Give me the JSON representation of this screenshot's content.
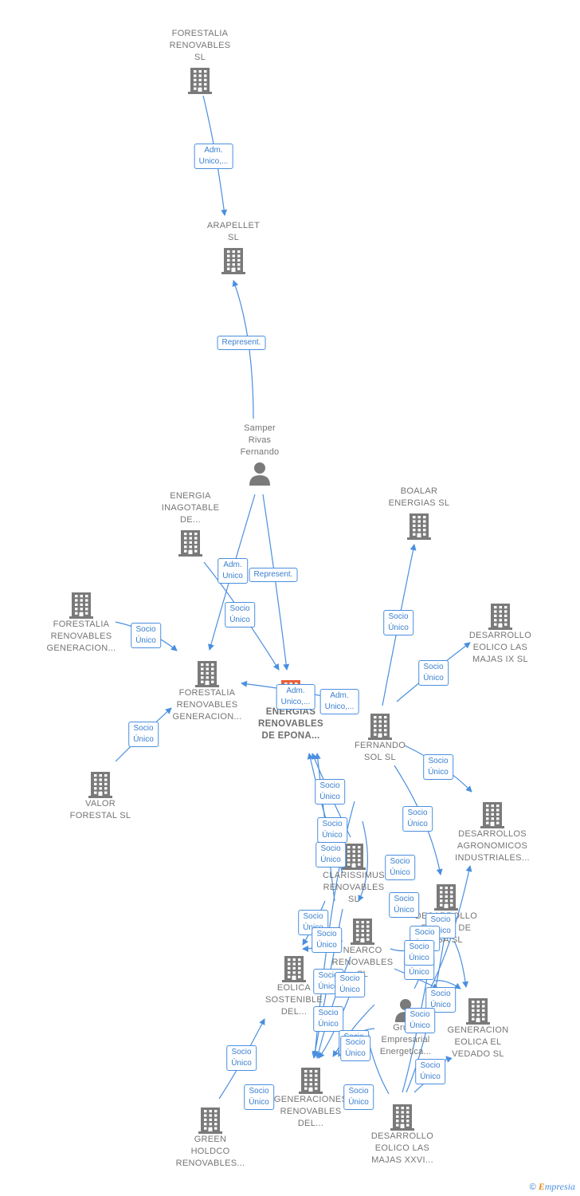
{
  "nodes": [
    {
      "id": "forestalia_renovables",
      "label": "FORESTALIA\nRENOVABLES\nSL",
      "kind": "company"
    },
    {
      "id": "arapellet",
      "label": "ARAPELLET\nSL",
      "kind": "company"
    },
    {
      "id": "samper",
      "label": "Samper\nRivas\nFernando",
      "kind": "person"
    },
    {
      "id": "energia_inagotable",
      "label": "ENERGIA\nINAGOTABLE\nDE...",
      "kind": "company"
    },
    {
      "id": "forestalia_gen_left",
      "label": "FORESTALIA\nRENOVABLES\nGENERACION...",
      "kind": "company"
    },
    {
      "id": "forestalia_gen_mid",
      "label": "FORESTALIA\nRENOVABLES\nGENERACION...",
      "kind": "company"
    },
    {
      "id": "energias_epona",
      "label": "ENERGIAS\nRENOVABLES\nDE EPONA...",
      "kind": "focus"
    },
    {
      "id": "boalar",
      "label": "BOALAR\nENERGIAS  SL",
      "kind": "company"
    },
    {
      "id": "des_majas_ix",
      "label": "DESARROLLO\nEOLICO LAS\nMAJAS IX  SL",
      "kind": "company"
    },
    {
      "id": "fernando_sol",
      "label": "FERNANDO\nSOL SL",
      "kind": "company"
    },
    {
      "id": "valor_forestal",
      "label": "VALOR\nFORESTAL SL",
      "kind": "company"
    },
    {
      "id": "des_agronomicos",
      "label": "DESARROLLOS\nAGRONOMICOS\nINDUSTRIALES...",
      "kind": "company"
    },
    {
      "id": "clarissimus",
      "label": "CLARISSIMUS\nRENOVABLES\nSL",
      "kind": "company"
    },
    {
      "id": "desarrollo_uga",
      "label": "DESARROLLO\nEOLICO DE\nUGA SL",
      "kind": "company"
    },
    {
      "id": "nearco",
      "label": "NEARCO\nRENOVABLES\nSL",
      "kind": "company"
    },
    {
      "id": "eolica_sostenible",
      "label": "EOLICA\nSOSTENIBLE\nDEL...",
      "kind": "company"
    },
    {
      "id": "grupo_empresarial",
      "label": "Grupo\nEmpresarial\nEnergetica...",
      "kind": "person"
    },
    {
      "id": "gen_eolica_vedado",
      "label": "GENERACION\nEOLICA EL\nVEDADO SL",
      "kind": "company"
    },
    {
      "id": "generaciones_renovables",
      "label": "GENERACIONES\nRENOVABLES\nDEL...",
      "kind": "company"
    },
    {
      "id": "green_holdco",
      "label": "GREEN\nHOLDCO\nRENOVABLES...",
      "kind": "company"
    },
    {
      "id": "des_majas_xxvi",
      "label": "DESARROLLO\nEOLICO LAS\nMAJAS XXVI...",
      "kind": "company"
    }
  ],
  "edge_labels": [
    {
      "text": "Adm.\nUnico,..."
    },
    {
      "text": "Represent."
    },
    {
      "text": "Adm.\nUnico"
    },
    {
      "text": "Represent."
    },
    {
      "text": "Socio\nÚnico"
    },
    {
      "text": "Socio\nÚnico"
    },
    {
      "text": "Adm.\nUnico,..."
    },
    {
      "text": "Adm.\nUnico,..."
    },
    {
      "text": "Socio\nÚnico"
    },
    {
      "text": "Socio\nÚnico"
    },
    {
      "text": "Socio\nÚnico"
    },
    {
      "text": "Socio\nÚnico"
    },
    {
      "text": "Socio\nÚnico"
    },
    {
      "text": "Socio\nÚnico"
    },
    {
      "text": "Socio\nÚnico"
    },
    {
      "text": "Socio\nÚnico"
    },
    {
      "text": "Socio\nÚnico"
    },
    {
      "text": "Socio\nÚnico"
    },
    {
      "text": "Socio\nÚnico"
    },
    {
      "text": "Socio\nÚnico"
    },
    {
      "text": "Socio\nÚnico"
    },
    {
      "text": "Socio\nÚnico"
    },
    {
      "text": "Socio\nÚnico"
    },
    {
      "text": "Socio\nÚnico"
    },
    {
      "text": "Socio\nÚnico"
    },
    {
      "text": "Socio\nÚnico"
    },
    {
      "text": "Socio\nÚnico"
    },
    {
      "text": "Socio\nÚnico"
    },
    {
      "text": "Socio\nÚnico"
    },
    {
      "text": "Socio\nÚnico"
    },
    {
      "text": "Socio\nÚnico"
    },
    {
      "text": "Socio\nÚnico"
    },
    {
      "text": "Socio\nÚnico"
    },
    {
      "text": "Socio\nÚnico"
    },
    {
      "text": "Socio\nÚnico"
    }
  ],
  "colors": {
    "edge": "#4a8fdf",
    "icon": "#7a7a7a",
    "focus_icon": "#e8603c",
    "label": "#757575"
  },
  "footer": {
    "copyright": "©",
    "brand": "mpresia",
    "brand_initial": "E"
  }
}
